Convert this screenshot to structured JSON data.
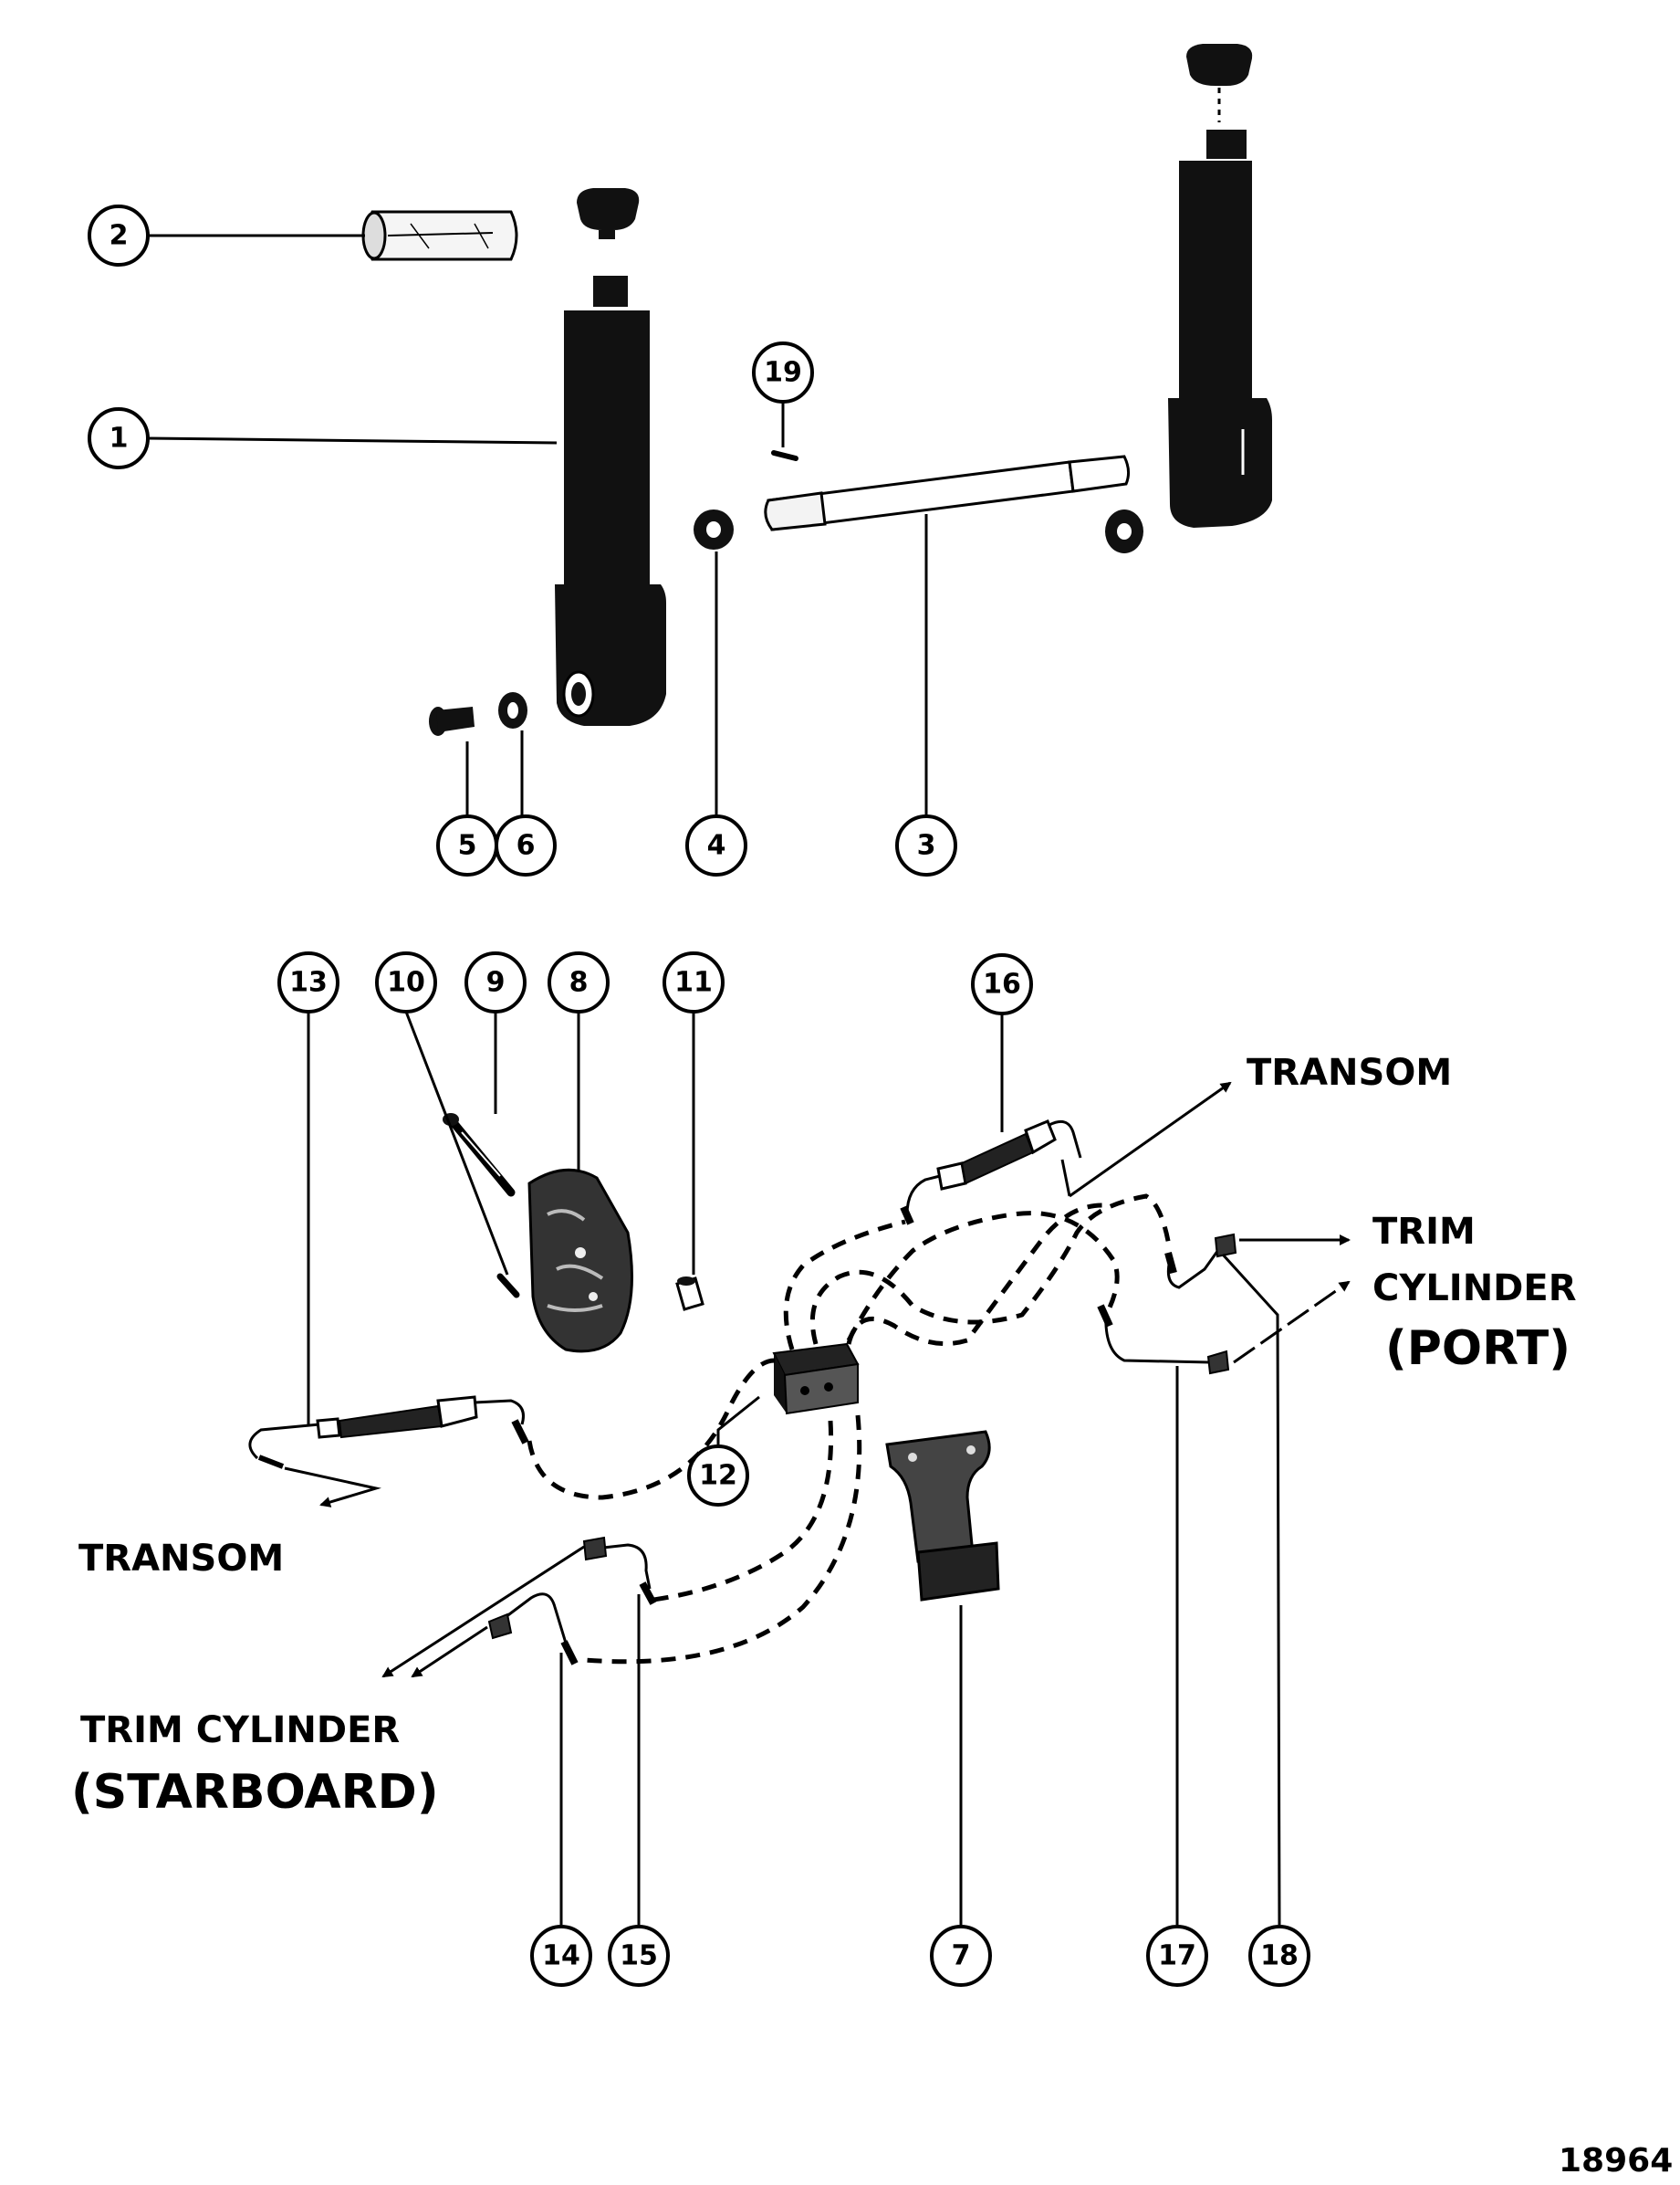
{
  "callouts": {
    "c1": "1",
    "c2": "2",
    "c3": "3",
    "c4": "4",
    "c5": "5",
    "c6": "6",
    "c7": "7",
    "c8": "8",
    "c9": "9",
    "c10": "10",
    "c11": "11",
    "c12": "12",
    "c13": "13",
    "c14": "14",
    "c15": "15",
    "c16": "16",
    "c17": "17",
    "c18": "18",
    "c19": "19"
  },
  "labels": {
    "transom_upper": "TRANSOM",
    "transom_lower": "TRANSOM",
    "trim_cylinder_port_line1": "TRIM",
    "trim_cylinder_port_line2": "CYLINDER",
    "trim_cylinder_port_line3": "(PORT)",
    "trim_cylinder_starboard_line1": "TRIM CYLINDER",
    "trim_cylinder_starboard_line2": "(STARBOARD)"
  },
  "figure_number": "18964"
}
